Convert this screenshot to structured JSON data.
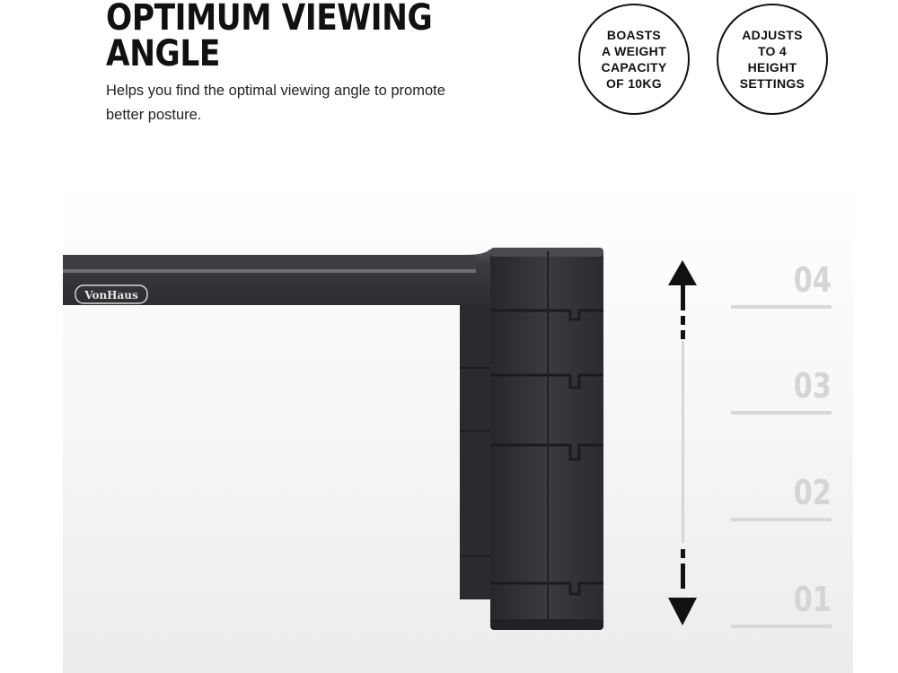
{
  "headline": {
    "line1": "OPTIMUM VIEWING",
    "line2": "ANGLE"
  },
  "subtitle": "Helps you find the optimal viewing angle to promote better posture.",
  "badges": [
    {
      "text": "BOASTS\nA WEIGHT\nCAPACITY\nOF 10KG"
    },
    {
      "text": "ADJUSTS\nTO 4\nHEIGHT\nSETTINGS"
    }
  ],
  "brand_logo": "VonHaus",
  "height_levels": [
    "04",
    "03",
    "02",
    "01"
  ],
  "icons": {
    "arrow": "double-headed-vertical-arrow-icon"
  },
  "colors": {
    "text": "#111111",
    "product": "#2f3033",
    "level_marker": "#d5d5d5"
  }
}
